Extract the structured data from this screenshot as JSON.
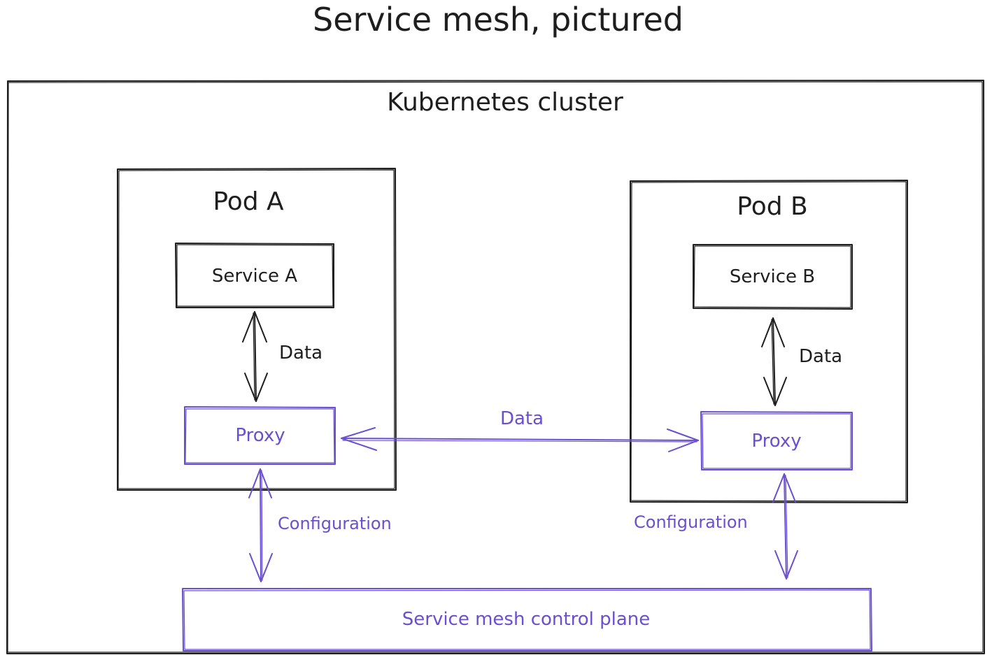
{
  "title": "Service mesh, pictured",
  "cluster": {
    "label": "Kubernetes cluster"
  },
  "pod_a": {
    "label": "Pod A",
    "service_label": "Service A",
    "proxy_label": "Proxy",
    "data_label": "Data",
    "config_label": "Configuration"
  },
  "pod_b": {
    "label": "Pod B",
    "service_label": "Service B",
    "proxy_label": "Proxy",
    "data_label": "Data",
    "config_label": "Configuration"
  },
  "proxy_link": {
    "label": "Data"
  },
  "control_plane": {
    "label": "Service mesh control plane"
  },
  "colors": {
    "ink": "#1e1e1e",
    "accent": "#6a4fd0"
  }
}
